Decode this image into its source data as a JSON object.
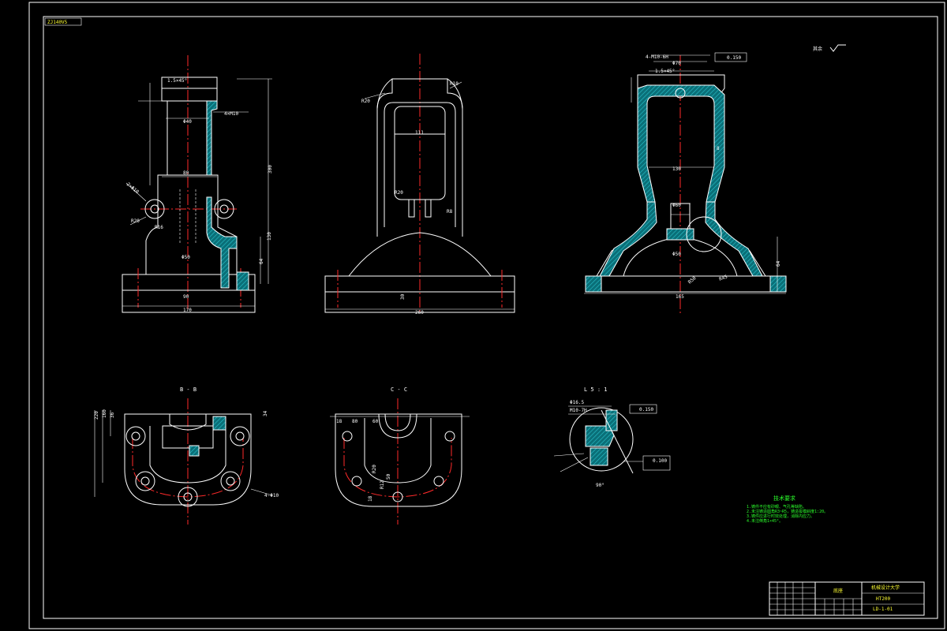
{
  "border_tag": "ZJ140V5",
  "section_labels": {
    "b": "B - B",
    "c": "C - C",
    "detail": "L 5 : 1"
  },
  "roughness_note": "其余",
  "dimensions": {
    "v1_chamfer": "1.5×45°",
    "v1_top": "4×M10",
    "v1_mid": "Φ40",
    "v1_width": "80",
    "v1_base": "Φ50",
    "v1_bottom": "90",
    "v1_total": "170",
    "v1_height": "300",
    "v1_h1": "130",
    "v1_h2": "64",
    "v1_hole": "2×Φ10",
    "v1_r1": "R20",
    "v1_r2": "R16",
    "v2_r1": "R20",
    "v2_r2": "R10",
    "v2_width": "111",
    "v2_r3": "R20",
    "v2_r4": "R8",
    "v2_base": "260",
    "v2_h": "30",
    "v3_chamfer": "1.5×45°",
    "v3_tol": "0.150",
    "v3_thread": "4-M10-6H",
    "v3_d1": "Φ70",
    "v3_d2": "Φ60",
    "v3_d3": "Φ50",
    "v3_inner": "130",
    "v3_base": "165",
    "v3_r1": "R50",
    "v3_r2": "R45",
    "v3_h": "64",
    "v3_th": "8",
    "b_d1": "220",
    "b_d2": "160",
    "b_d3": "36",
    "b_d4": "34",
    "b_hole": "4-Φ10",
    "c_d1": "18",
    "c_d2": "80",
    "c_d3": "60",
    "c_d4": "R20",
    "c_d5": "50",
    "c_d6": "R12",
    "c_d7": "18",
    "d_a": "Φ16.5",
    "d_b": "M10-7H",
    "d_tol1": "0.150",
    "d_tol2": "0.100",
    "d_ang": "90°"
  },
  "tech_req": {
    "title": "技术要求",
    "items": [
      "1.铸件不应有砂眼、气孔等缺陷。",
      "2.未注铸造圆角R3~R5，铸造拔模斜度1:20。",
      "3.铸件应进行时效处理，消除内应力。",
      "4.未注倒角1×45°。"
    ]
  },
  "title_block": {
    "part_name": "底座",
    "school": "机械设计大学",
    "material": "HT200",
    "drawing_no": "LD-1-01"
  }
}
